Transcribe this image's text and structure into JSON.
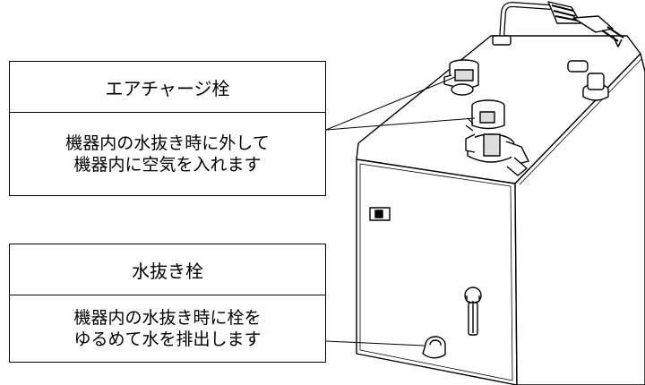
{
  "callouts": {
    "air_charge": {
      "title": "エアチャージ栓",
      "lines": [
        "機器内の水抜き時に外して",
        "機器内に空気を入れます"
      ]
    },
    "drain": {
      "title": "水抜き栓",
      "lines": [
        "機器内の水抜き時に栓を",
        "ゆるめて水を排出します"
      ]
    }
  },
  "colors": {
    "line": "#000000",
    "background": "#ffffff",
    "shade": "#dddddd"
  }
}
